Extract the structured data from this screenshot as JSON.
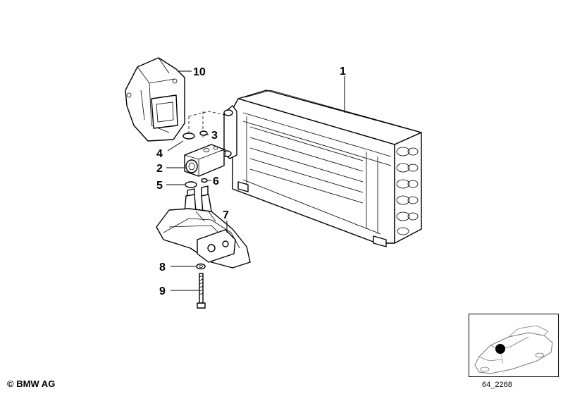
{
  "diagram": {
    "callouts": [
      {
        "id": "1",
        "label": "1"
      },
      {
        "id": "2",
        "label": "2"
      },
      {
        "id": "3",
        "label": "3"
      },
      {
        "id": "4",
        "label": "4"
      },
      {
        "id": "5",
        "label": "5"
      },
      {
        "id": "6",
        "label": "6"
      },
      {
        "id": "7",
        "label": "7"
      },
      {
        "id": "8",
        "label": "8"
      },
      {
        "id": "9",
        "label": "9"
      },
      {
        "id": "10",
        "label": "10"
      }
    ]
  },
  "footer": {
    "copyright": "© BMW AG",
    "reference_code": "64_2268"
  }
}
